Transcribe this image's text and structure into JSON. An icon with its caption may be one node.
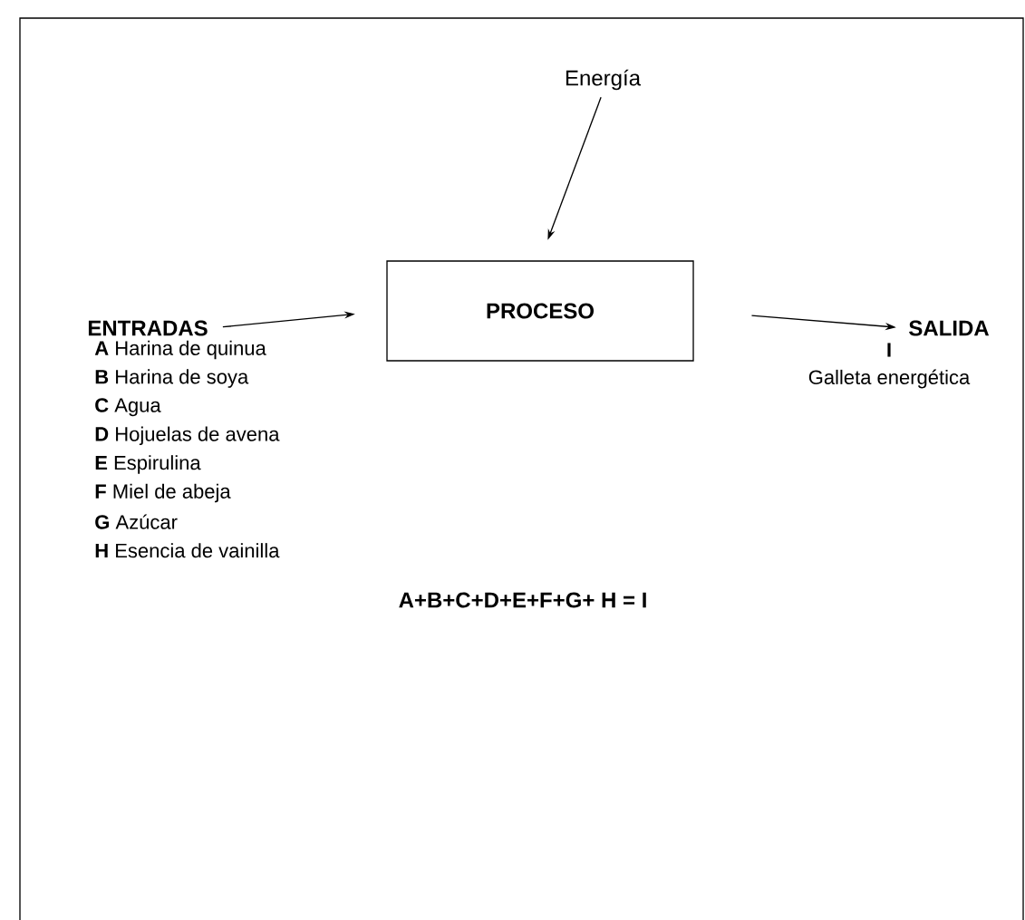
{
  "diagram": {
    "nodes": [
      {
        "text": [
          "Energía"
        ]
      },
      {
        "text": [
          "PROCESO"
        ]
      },
      {
        "text": [
          "ENTRADAS"
        ]
      },
      {
        "text": [
          "SALIDA"
        ]
      }
    ],
    "edges": [
      {
        "from": 0,
        "to": 1,
        "arrow": "to"
      },
      {
        "from": 2,
        "to": 1,
        "arrow": "to"
      },
      {
        "from": 1,
        "to": 3,
        "arrow": "to"
      }
    ],
    "labels": [
      "**A** Harina de quinua",
      "**B** Harina de soya",
      "**C** Agua",
      "**D** Hojuelas de avena",
      "**E** Espirulina",
      "**F** Miel de abeja",
      "**G** Azúcar",
      "**H** Esencia de vainilla",
      "I",
      "Galleta energética",
      "A+B+C+D+E+F+G+ H = I"
    ]
  }
}
